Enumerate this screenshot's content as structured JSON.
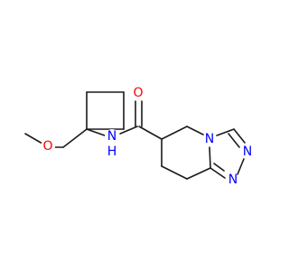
{
  "molecule": {
    "atom_labels": {
      "oxygen_ether": "O",
      "oxygen_carbonyl": "O",
      "amide_nitrogen": "N",
      "amide_hydrogen": "H",
      "ring_nitrogen_bridge": "N",
      "ring_nitrogen_top": "N",
      "ring_nitrogen_bottom": "N"
    },
    "colors": {
      "bond": "#1a1a1a",
      "oxygen": "#ff0000",
      "nitrogen": "#0000ff"
    }
  }
}
